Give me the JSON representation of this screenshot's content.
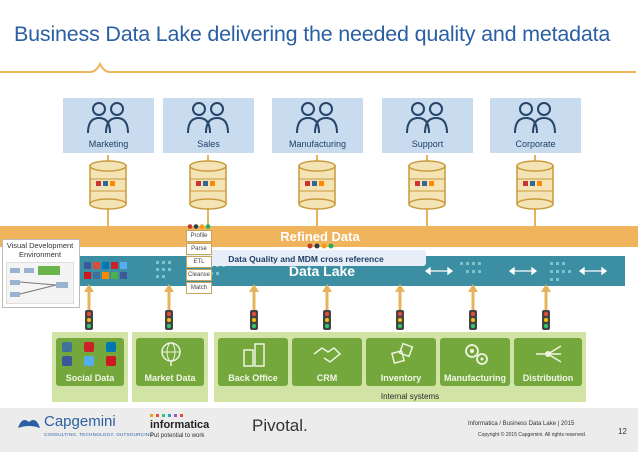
{
  "title": "Business Data Lake delivering the needed quality and metadata",
  "roles": [
    "Marketing",
    "Sales",
    "Manufacturing",
    "Support",
    "Corporate"
  ],
  "refined_label": "Refined Data",
  "lake_label": "Data Lake",
  "dq_label": "Data Quality and MDM cross reference",
  "processes": [
    "Profile",
    "Parse",
    "ETL",
    "Cleanse",
    "Match"
  ],
  "vde_title": "Visual Development Environment",
  "sources": {
    "social": "Social Data",
    "market": "Market Data",
    "internal": [
      "Back Office",
      "CRM",
      "Inventory",
      "Manufacturing",
      "Distribution"
    ],
    "internal_label": "Internal systems"
  },
  "footer": {
    "capgemini": "Capgemini",
    "capgemini_tag": "CONSULTING. TECHNOLOGY. OUTSOURCING",
    "informatica": "informatica",
    "informatica_tag": "Put potential to work",
    "pivotal": "Pivotal.",
    "right_line1": "Informatica / Business Data Lake | 2015",
    "right_line2": "Copyright © 2015 Capgemini. All rights reserved.",
    "page": "12"
  },
  "colors": {
    "title": "#2a5fa3",
    "role_box": "#c9dcef",
    "refined": "#f0b45c",
    "lake": "#3c8ea3",
    "green_tile": "#74a83c",
    "green_area": "#d2e3a6"
  },
  "icons": [
    "people-icon",
    "database-icon",
    "traffic-light-icon",
    "arrow-up-icon",
    "social-icons",
    "globe-icon",
    "buildings-icon",
    "handshake-icon",
    "boxes-icon",
    "gears-icon",
    "network-icon"
  ]
}
